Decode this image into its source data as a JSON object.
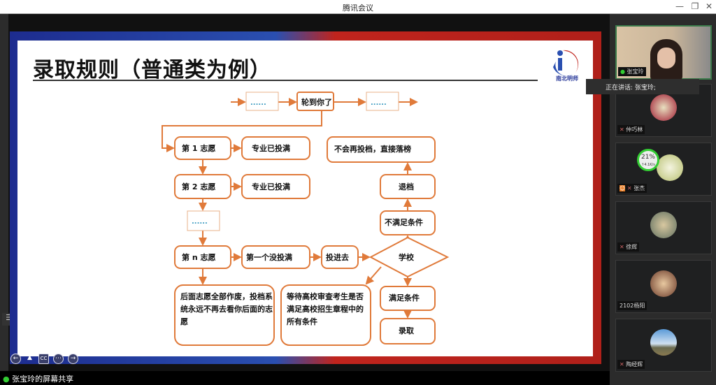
{
  "window": {
    "title": "腾讯会议",
    "minimize": "—",
    "restore": "❐",
    "close": "✕"
  },
  "slide": {
    "title": "录取规则（普通类为例）",
    "logo_text": "南北明师",
    "flow": {
      "dots1": "......",
      "start": "轮到你了",
      "dots2": "......",
      "choice1": "第 1 志愿",
      "full1": "专业已投满",
      "choice2": "第 2 志愿",
      "full2": "专业已投满",
      "dots3": "......",
      "choicen": "第 n 志愿",
      "first_not_full": "第一个没投满",
      "submitted": "投进去",
      "school": "学校",
      "no_more": "不会再投档，直接落榜",
      "returned": "退档",
      "not_meet": "不满足条件",
      "meet": "满足条件",
      "admitted": "录取",
      "later_void": [
        "后面志愿全部作废，投档系",
        "统永远不再去看你后面的志",
        "愿"
      ],
      "wait_review": [
        "等待高校审查考生是否",
        "满足高校招生章程中的",
        "所有条件"
      ]
    },
    "controls": [
      "prev-icon",
      "pointer-icon",
      "cc-icon",
      "more-icon",
      "next-icon"
    ],
    "control_glyphs": {
      "prev": "←",
      "pointer": "▲",
      "cc": "CC",
      "more": "⋯",
      "next": "→"
    }
  },
  "share_label": "张宝玲的屏幕共享",
  "speaking": "正在讲话: 张宝玲;",
  "participants": [
    {
      "name": "张宝玲",
      "muted": false
    },
    {
      "name": "仲巧林",
      "muted": true
    },
    {
      "name": "张杰",
      "muted": true,
      "net": "21%",
      "rate": "↑4.1K/s"
    },
    {
      "name": "徐辉",
      "muted": true
    },
    {
      "name": "2102杨阳",
      "muted": false
    },
    {
      "name": "陶经辉",
      "muted": true
    }
  ],
  "colors": {
    "box": "#e07a3a",
    "arrow": "#e07a3a",
    "slide_blue": "#1d2c8f",
    "slide_red": "#c0241d"
  }
}
